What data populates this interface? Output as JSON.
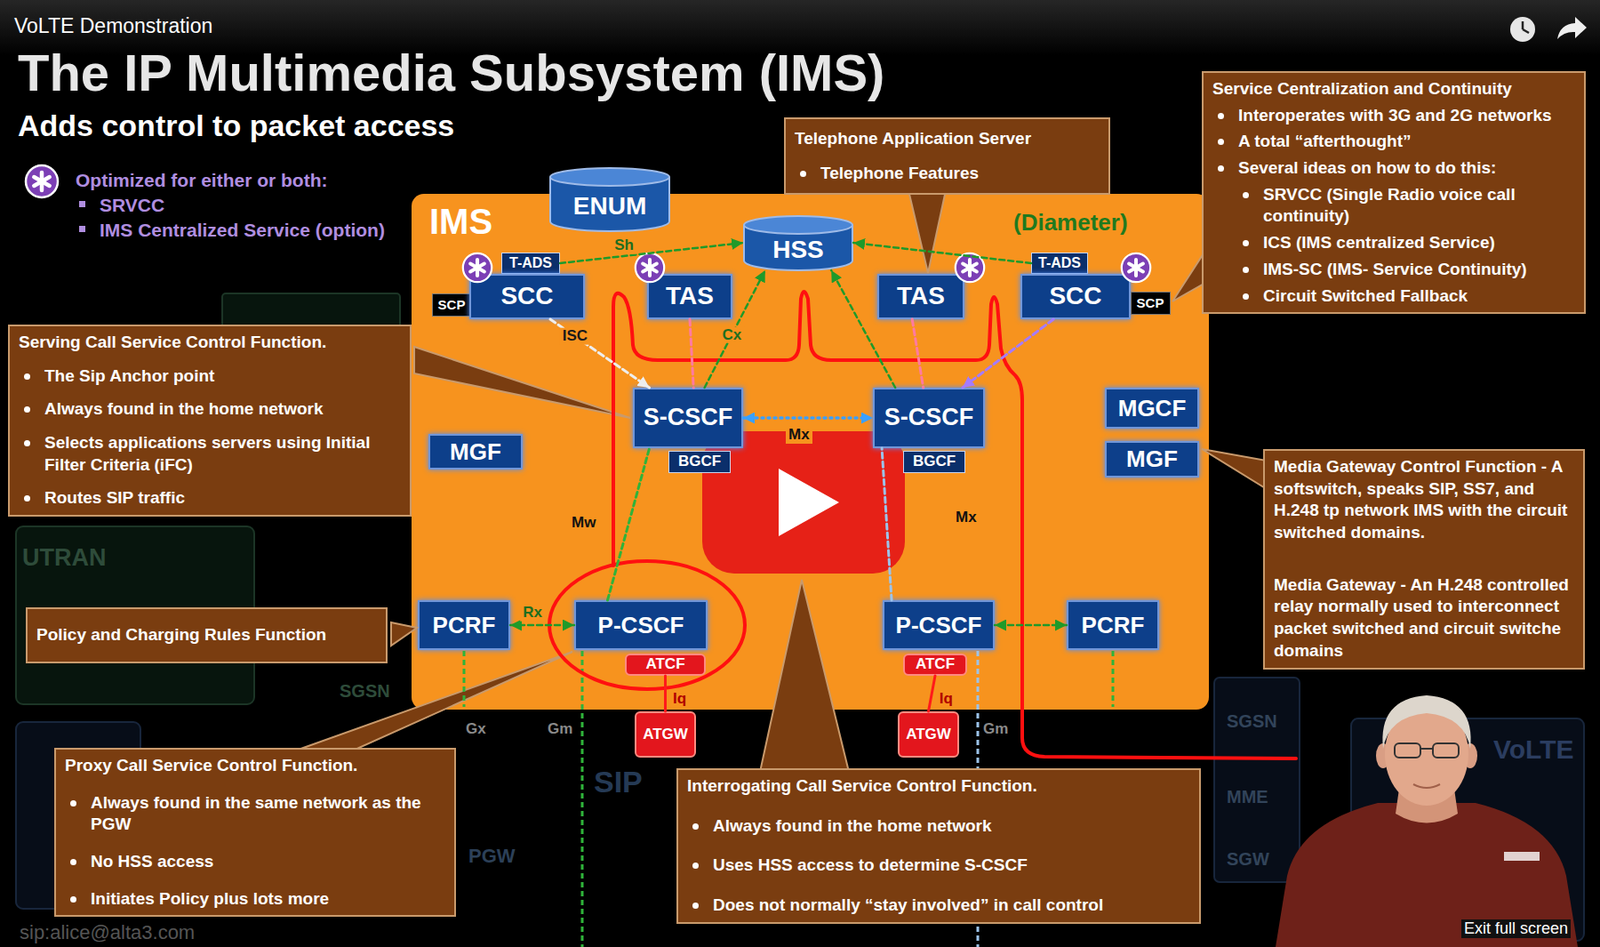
{
  "diagram": {
    "title": "The IP Multimedia Subsystem (IMS)",
    "nodes": [
      {
        "text": [
          "IMS",
          "(Diameter)"
        ]
      },
      {
        "text": [
          "ENUM"
        ],
        "in": 0
      },
      {
        "text": [
          "HSS"
        ],
        "in": 0
      },
      {
        "text": [
          "T-ADS"
        ],
        "in": 0
      },
      {
        "text": [
          "SCP"
        ],
        "in": 0
      },
      {
        "text": [
          "SCC"
        ],
        "in": 0
      },
      {
        "text": [
          "TAS"
        ],
        "in": 0
      },
      {
        "text": [
          "TAS"
        ],
        "in": 0
      },
      {
        "text": [
          "T-ADS"
        ],
        "in": 0
      },
      {
        "text": [
          "SCC"
        ],
        "in": 0
      },
      {
        "text": [
          "SCP"
        ],
        "in": 0
      },
      {
        "text": [
          "S-CSCF"
        ],
        "in": 0
      },
      {
        "text": [
          "S-CSCF"
        ],
        "in": 0
      },
      {
        "text": [
          "BGCF"
        ],
        "in": 0
      },
      {
        "text": [
          "BGCF"
        ],
        "in": 0
      },
      {
        "text": [
          "MGF"
        ],
        "in": 0
      },
      {
        "text": [
          "MGCF"
        ],
        "in": 0
      },
      {
        "text": [
          "MGF"
        ],
        "in": 0
      },
      {
        "text": [
          "PCRF"
        ],
        "in": 0
      },
      {
        "text": [
          "P-CSCF"
        ],
        "in": 0
      },
      {
        "text": [
          "ATCF"
        ],
        "in": 0
      },
      {
        "text": [
          "P-CSCF"
        ],
        "in": 0
      },
      {
        "text": [
          "ATCF"
        ],
        "in": 0
      },
      {
        "text": [
          "PCRF"
        ],
        "in": 0
      },
      {
        "text": [
          "ATGW"
        ]
      },
      {
        "text": [
          "ATGW"
        ]
      },
      {
        "text": [
          "Telephone Application Server",
          "Telephone Features"
        ]
      },
      {
        "text": [
          "Service Centralization and Continuity",
          "Interoperates with 3G and 2G networks",
          "A total “afterthought”",
          "Several ideas on how to do this:",
          "SRVCC (Single Radio voice call continuity)",
          "ICS (IMS centralized Service)",
          "IMS-SC (IMS- Service Continuity)",
          "Circuit Switched Fallback"
        ]
      },
      {
        "text": [
          "Serving Call Service Control Function.",
          "The Sip Anchor point",
          "Always found in the home network",
          "Selects applications servers using Initial Filter Criteria (iFC)",
          "Routes SIP traffic"
        ]
      },
      {
        "text": [
          "Media Gateway Control Function - A softswitch, speaks SIP, SS7, and H.248 tp network IMS with the circuit switched domains.",
          "Media Gateway - An H.248 controlled relay normally used to interconnect packet switched and circuit switche domains"
        ]
      },
      {
        "text": [
          "Policy and Charging Rules Function"
        ]
      },
      {
        "text": [
          "Proxy Call Service Control Function.",
          "Always found in the same network as the PGW",
          "No HSS access",
          "Initiates Policy plus lots more"
        ]
      },
      {
        "text": [
          "Interrogating Call Service Control Function.",
          "Always found in the home network",
          "Uses HSS access to determine S-CSCF",
          "Does not normally “stay involved” in call control"
        ]
      }
    ],
    "edges": [
      {
        "from": 11,
        "to": 12,
        "arrow": "both"
      },
      {
        "from": 5,
        "to": 11,
        "arrow": "to",
        "label": "ISC"
      },
      {
        "from": 6,
        "to": 11,
        "arrow": "none"
      },
      {
        "from": 7,
        "to": 12,
        "arrow": "none"
      },
      {
        "from": 9,
        "to": 12,
        "arrow": "to"
      },
      {
        "from": 3,
        "to": 2,
        "arrow": "to",
        "label": "Sh"
      },
      {
        "from": 8,
        "to": 2,
        "arrow": "to"
      },
      {
        "from": 11,
        "to": 2,
        "arrow": "to",
        "label": "Cx"
      },
      {
        "from": 12,
        "to": 2,
        "arrow": "to"
      },
      {
        "from": 19,
        "to": 11,
        "arrow": "none"
      },
      {
        "from": 21,
        "to": 12,
        "arrow": "none"
      },
      {
        "from": 18,
        "to": 19,
        "arrow": "both",
        "label": "Rx"
      },
      {
        "from": 23,
        "to": 21,
        "arrow": "both"
      },
      {
        "from": 20,
        "to": 24,
        "arrow": "none",
        "label": "Iq"
      },
      {
        "from": 22,
        "to": 25,
        "arrow": "none",
        "label": "Iq"
      }
    ],
    "labels": [
      "VoLTE Demonstration",
      "Adds control to packet access",
      "Optimized for either or both:",
      "SRVCC",
      "IMS Centralized Service (option)",
      "Mx",
      "Mx",
      "Mw",
      "Gx",
      "Gm",
      "Gm",
      "UTRAN",
      "SGSN",
      "PGW",
      "SIP",
      "sip:alice@alta3.com",
      "SGSN",
      "MME",
      "SGW",
      "VoLTE",
      "Exit full screen"
    ]
  }
}
